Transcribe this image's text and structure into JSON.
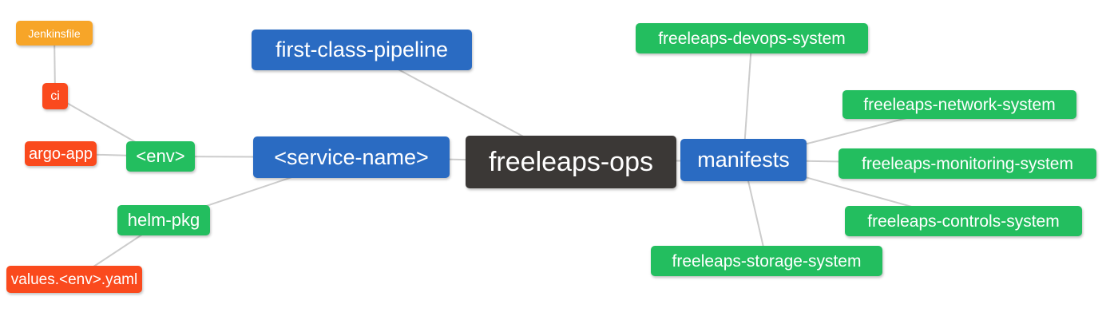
{
  "diagram": {
    "type": "mindmap",
    "root": "freeleaps-ops"
  },
  "colors": {
    "root_bg": "#3b3836",
    "level1_bg": "#2a6bc2",
    "level2_bg": "#23be5f",
    "level3_bg": "#fa4a1d",
    "level4_bg": "#f7a528",
    "text": "#ffffff",
    "edge_line": "#cccccc",
    "background": "#ffffff"
  },
  "nodes": {
    "freeleaps_ops": {
      "label": "freeleaps-ops"
    },
    "first_class_pipeline": {
      "label": "first-class-pipeline"
    },
    "service_name": {
      "label": "<service-name>"
    },
    "manifests": {
      "label": "manifests"
    },
    "env": {
      "label": "<env>"
    },
    "helm_pkg": {
      "label": "helm-pkg"
    },
    "argo_app": {
      "label": "argo-app"
    },
    "ci": {
      "label": "ci"
    },
    "jenkinsfile": {
      "label": "Jenkinsfile"
    },
    "values_env_yaml": {
      "label": "values.<env>.yaml"
    },
    "devops_system": {
      "label": "freeleaps-devops-system"
    },
    "network_system": {
      "label": "freeleaps-network-system"
    },
    "monitoring_system": {
      "label": "freeleaps-monitoring-system"
    },
    "controls_system": {
      "label": "freeleaps-controls-system"
    },
    "storage_system": {
      "label": "freeleaps-storage-system"
    }
  },
  "edges": [
    [
      "jenkinsfile",
      "ci"
    ],
    [
      "ci",
      "env"
    ],
    [
      "argo_app",
      "env"
    ],
    [
      "env",
      "service_name"
    ],
    [
      "helm_pkg",
      "service_name"
    ],
    [
      "values_env_yaml",
      "helm_pkg"
    ],
    [
      "first_class_pipeline",
      "freeleaps_ops"
    ],
    [
      "service_name",
      "freeleaps_ops"
    ],
    [
      "freeleaps_ops",
      "manifests"
    ],
    [
      "manifests",
      "devops_system"
    ],
    [
      "manifests",
      "network_system"
    ],
    [
      "manifests",
      "monitoring_system"
    ],
    [
      "manifests",
      "controls_system"
    ],
    [
      "manifests",
      "storage_system"
    ]
  ]
}
